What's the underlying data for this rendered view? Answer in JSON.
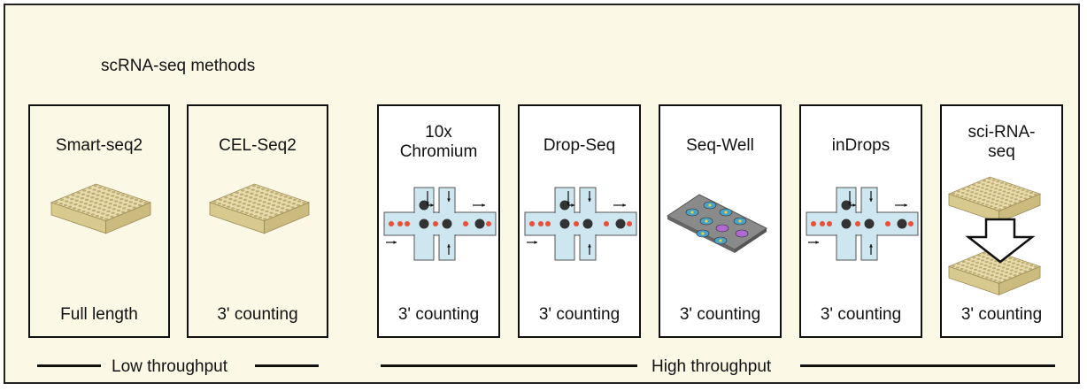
{
  "title": "scRNA-seq methods",
  "methods": [
    {
      "name": "Smart-seq2",
      "detail": "Full length",
      "group": "low",
      "illustration": "plate-icon"
    },
    {
      "name": "CEL-Seq2",
      "detail": "3' counting",
      "group": "low",
      "illustration": "plate-icon"
    },
    {
      "name": "10x Chromium",
      "detail": "3' counting",
      "group": "high",
      "illustration": "microfluidic-icon"
    },
    {
      "name": "Drop-Seq",
      "detail": "3' counting",
      "group": "high",
      "illustration": "microfluidic-icon"
    },
    {
      "name": "Seq-Well",
      "detail": "3' counting",
      "group": "high",
      "illustration": "well-array-icon"
    },
    {
      "name": "inDrops",
      "detail": "3' counting",
      "group": "high",
      "illustration": "microfluidic-icon"
    },
    {
      "name": "sci-RNA-seq",
      "detail": "3' counting",
      "group": "high",
      "illustration": "combinatorial-plates-icon"
    }
  ],
  "groups": {
    "low": "Low throughput",
    "high": "High throughput"
  },
  "colors": {
    "background": "#fbf8e5",
    "plate": "#e8dcae",
    "channel": "#cde6ef",
    "bead": "#333333",
    "droplet": "#e8503a"
  }
}
